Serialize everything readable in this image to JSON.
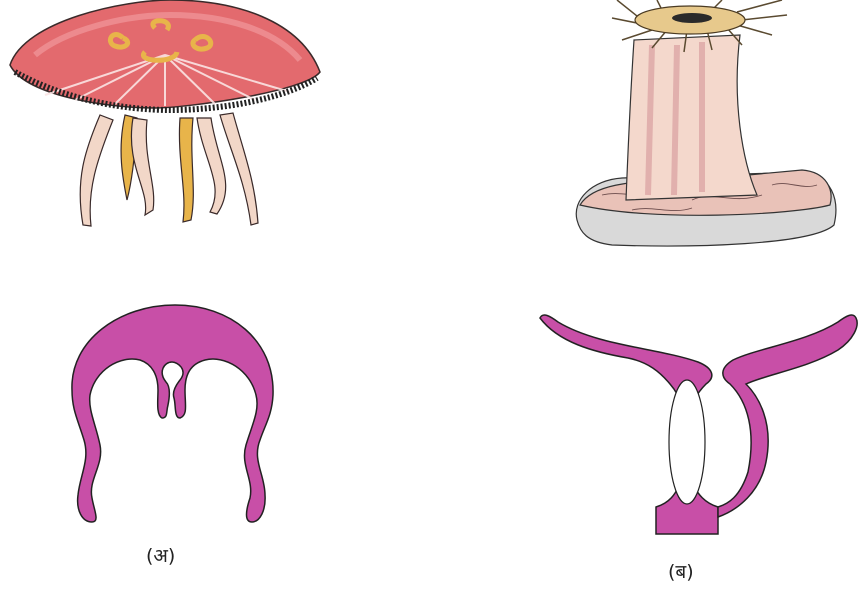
{
  "figure": {
    "labels": {
      "a": "(अ)",
      "b": "(ब)"
    },
    "colors": {
      "body_pink": "#c84fa7",
      "medusa_red": "#e0535a",
      "gonad_yellow": "#e8b44a",
      "tentacle_tan": "#d9b98a",
      "rock": "#e8c7c0",
      "rock_shadow": "#cfcfcf"
    },
    "icons": [
      "jellyfish-illustration",
      "sea-anemone-illustration",
      "medusa-section",
      "polyp-section"
    ]
  }
}
